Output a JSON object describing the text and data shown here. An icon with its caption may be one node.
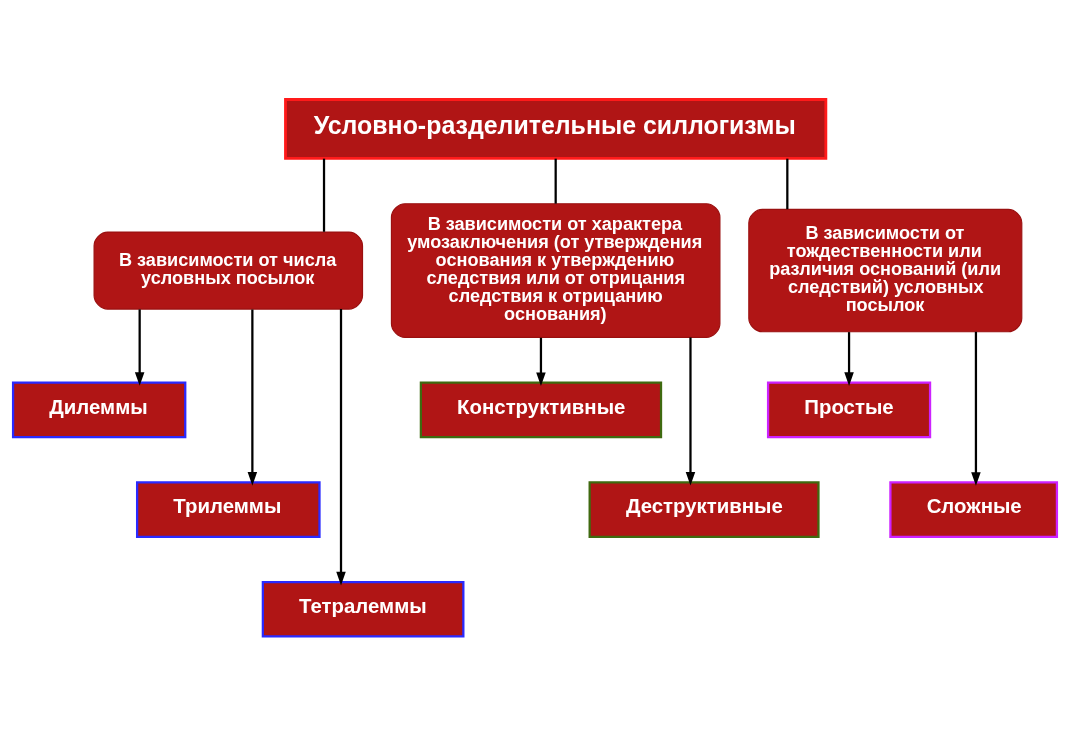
{
  "diagram": {
    "nodes": [
      {
        "text": [
          "Условно-разделительные силлогизмы"
        ]
      },
      {
        "text": [
          "В зависимости от числа условных посылок"
        ]
      },
      {
        "text": [
          "В зависимости от характера умозаключения (от утверждения основания к утверждению следствия или от отрицания следствия к отрицанию основания)"
        ]
      },
      {
        "text": [
          "В зависимости от тождественности или различия оснований (или следствий) условных посылок"
        ]
      },
      {
        "text": [
          "Дилеммы"
        ]
      },
      {
        "text": [
          "Трилеммы"
        ]
      },
      {
        "text": [
          "Тетралеммы"
        ]
      },
      {
        "text": [
          "Конструктивные"
        ]
      },
      {
        "text": [
          "Деструктивные"
        ]
      },
      {
        "text": [
          "Простые"
        ]
      },
      {
        "text": [
          "Сложные"
        ]
      }
    ],
    "edges": [
      {
        "from": 0,
        "to": 1,
        "arrow": "none"
      },
      {
        "from": 0,
        "to": 2,
        "arrow": "none"
      },
      {
        "from": 0,
        "to": 3,
        "arrow": "none"
      },
      {
        "from": 1,
        "to": 4,
        "arrow": "to"
      },
      {
        "from": 1,
        "to": 5,
        "arrow": "to"
      },
      {
        "from": 1,
        "to": 6,
        "arrow": "to"
      },
      {
        "from": 2,
        "to": 7,
        "arrow": "to"
      },
      {
        "from": 2,
        "to": 8,
        "arrow": "to"
      },
      {
        "from": 3,
        "to": 9,
        "arrow": "to"
      },
      {
        "from": 3,
        "to": 10,
        "arrow": "to"
      }
    ]
  }
}
